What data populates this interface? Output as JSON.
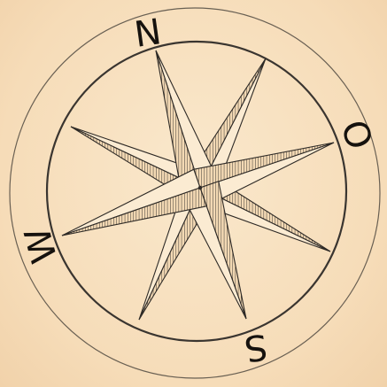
{
  "compass": {
    "north": "N",
    "east": "O",
    "south": "S",
    "west": "W"
  },
  "colors": {
    "paper": "#f7dfbe",
    "ink": "#2e2a26",
    "letters": "#16120e"
  }
}
